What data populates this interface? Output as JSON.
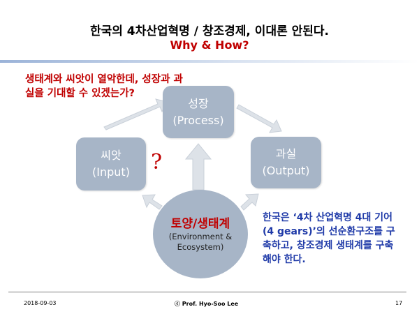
{
  "slide": {
    "title_line1": "한국의 4차산업혁명 / 창조경제, 이대론 안된다.",
    "title_line2": "Why & How?",
    "note_red": "생태계와 씨앗이 열악한데, 성장과 과실을 기대할 수 있겠는가?",
    "note_blue": "한국은 ‘4차 산업혁명 4대 기어(4 gears)’의 선순환구조를 구축하고, 창조경제 생태계를 구축해야 한다.",
    "question_mark": "?"
  },
  "diagram": {
    "growth": {
      "title": "성장",
      "subtitle": "(Process)"
    },
    "seed": {
      "title": "씨앗",
      "subtitle": "(Input)"
    },
    "result": {
      "title": "과실",
      "subtitle": "(Output)"
    },
    "soil": {
      "title": "토양/생태계",
      "subtitle": "(Environment  &  Ecosystem)"
    }
  },
  "footer": {
    "date": "2018-09-03",
    "credit": "ⓒ Prof. Hyo-Soo Lee",
    "page": "17"
  },
  "colors": {
    "box_fill": "#a7b5c7",
    "arrow_fill": "#dde2e8",
    "accent_red": "#c00000",
    "accent_blue": "#1f3aa8"
  }
}
